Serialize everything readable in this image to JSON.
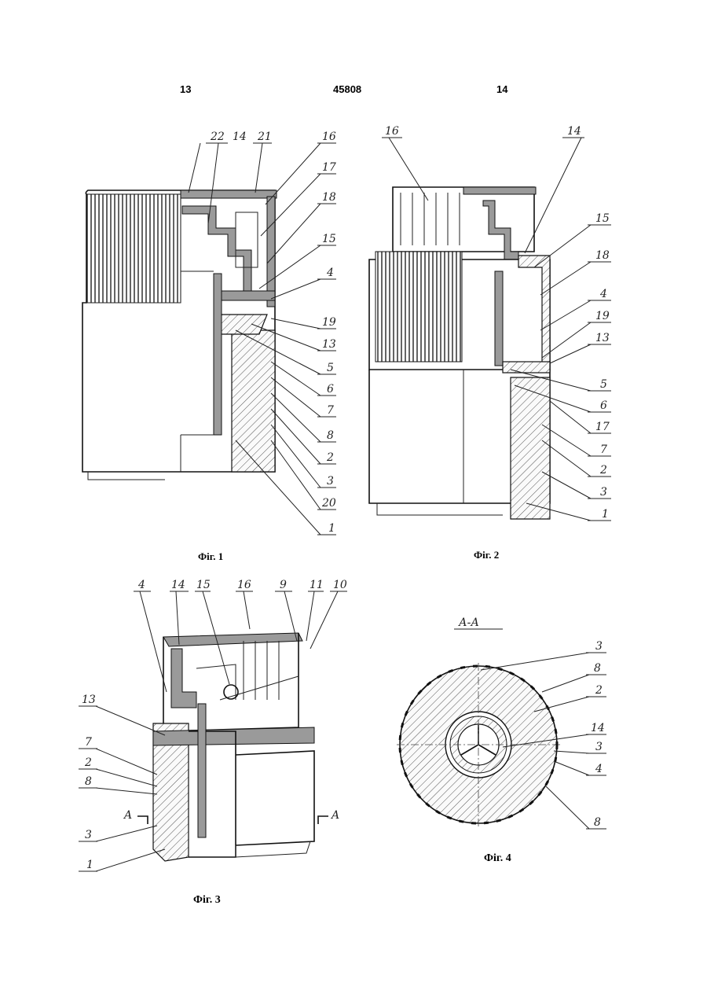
{
  "header": {
    "left": "13",
    "center": "45808",
    "right": "14"
  },
  "figures": [
    {
      "caption": "Фіг. 1",
      "labels": [
        "22",
        "14",
        "21",
        "16",
        "17",
        "18",
        "15",
        "4",
        "19",
        "13",
        "5",
        "6",
        "7",
        "8",
        "2",
        "3",
        "20",
        "1"
      ]
    },
    {
      "caption": "Фіг. 2",
      "labels": [
        "16",
        "14",
        "15",
        "18",
        "4",
        "19",
        "13",
        "5",
        "6",
        "17",
        "7",
        "2",
        "3",
        "1"
      ]
    },
    {
      "caption": "Фіг. 3",
      "labels": [
        "4",
        "14",
        "15",
        "16",
        "9",
        "11",
        "10",
        "13",
        "7",
        "2",
        "8",
        "A",
        "3",
        "1",
        "A"
      ]
    },
    {
      "caption": "Фіг. 4",
      "section": "А-А",
      "labels": [
        "3",
        "8",
        "2",
        "14",
        "3",
        "4",
        "8"
      ]
    }
  ]
}
